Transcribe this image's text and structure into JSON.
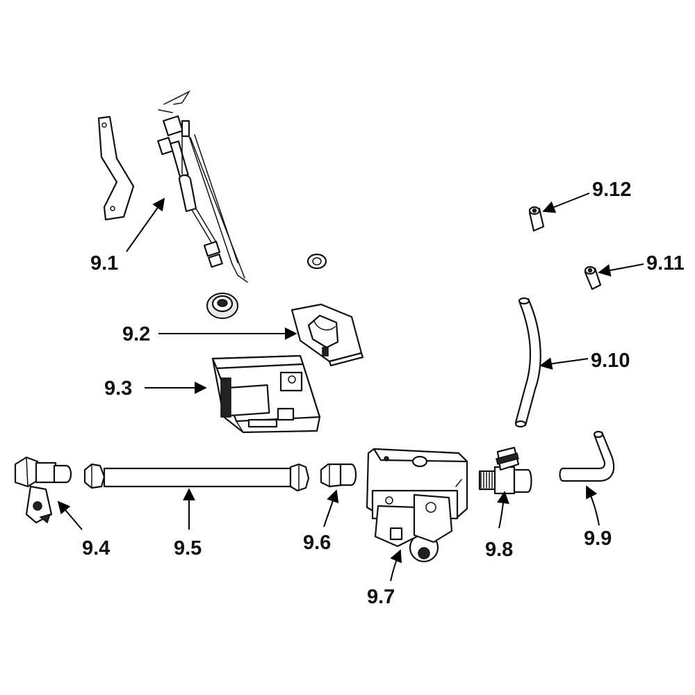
{
  "diagram": {
    "callouts": [
      {
        "id": "9.1",
        "label": "9.1",
        "part": "electrode-pilot-assembly"
      },
      {
        "id": "9.2",
        "label": "9.2",
        "part": "mounting-bracket"
      },
      {
        "id": "9.3",
        "label": "9.3",
        "part": "control-module-box"
      },
      {
        "id": "9.4",
        "label": "9.4",
        "part": "gas-valve-elbow"
      },
      {
        "id": "9.5",
        "label": "9.5",
        "part": "flex-gas-line"
      },
      {
        "id": "9.6",
        "label": "9.6",
        "part": "adapter-fitting"
      },
      {
        "id": "9.7",
        "label": "9.7",
        "part": "gas-control-valve"
      },
      {
        "id": "9.8",
        "label": "9.8",
        "part": "tee-fitting"
      },
      {
        "id": "9.9",
        "label": "9.9",
        "part": "elbow-tube"
      },
      {
        "id": "9.10",
        "label": "9.10",
        "part": "curved-tube"
      },
      {
        "id": "9.11",
        "label": "9.11",
        "part": "small-fitting-lower"
      },
      {
        "id": "9.12",
        "label": "9.12",
        "part": "small-fitting-upper"
      }
    ]
  }
}
